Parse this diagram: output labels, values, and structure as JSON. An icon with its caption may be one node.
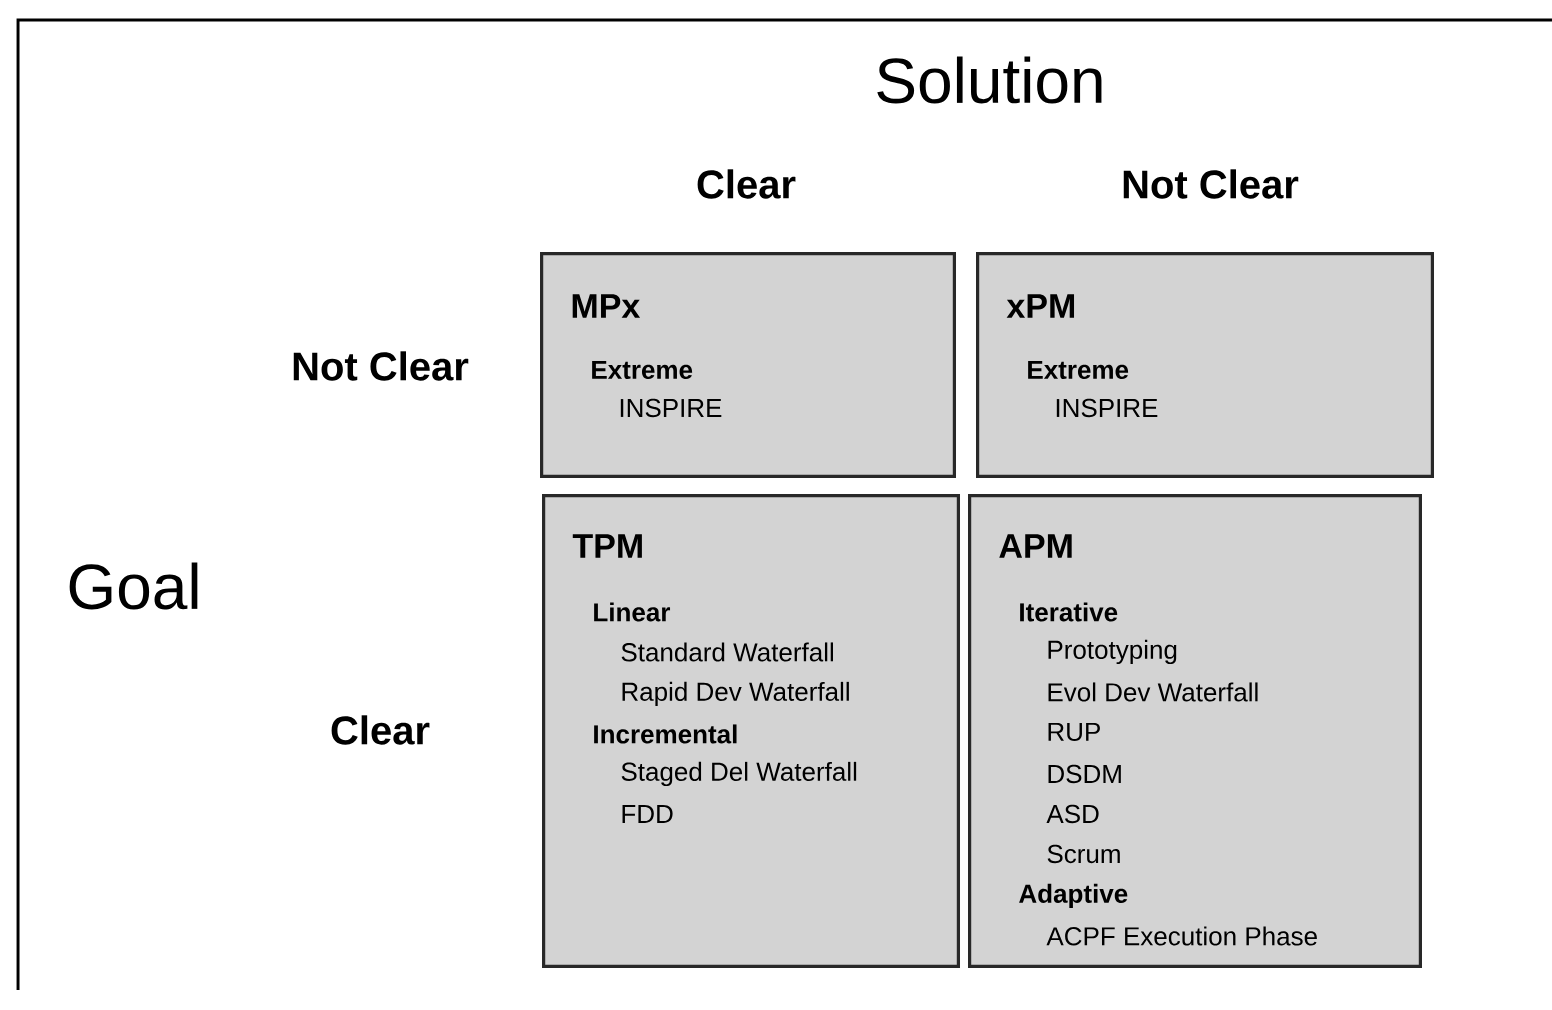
{
  "diagram": {
    "nodes": [
      {
        "text": [
          "MPx",
          "Extreme",
          "INSPIRE"
        ]
      },
      {
        "text": [
          "xPM",
          "Extreme",
          "INSPIRE"
        ]
      },
      {
        "text": [
          "TPM",
          "Linear",
          "Standard Waterfall",
          "Rapid Dev Waterfall",
          "Incremental",
          "Staged Del Waterfall",
          "FDD"
        ]
      },
      {
        "text": [
          "APM",
          "Iterative",
          "Prototyping",
          "Evol Dev Waterfall",
          "RUP",
          "DSDM",
          "ASD",
          "Scrum",
          "Adaptive",
          "ACPF Execution Phase"
        ]
      }
    ],
    "labels": [
      "Solution",
      "Clear",
      "Not Clear",
      "Not Clear",
      "Goal",
      "Clear"
    ]
  }
}
